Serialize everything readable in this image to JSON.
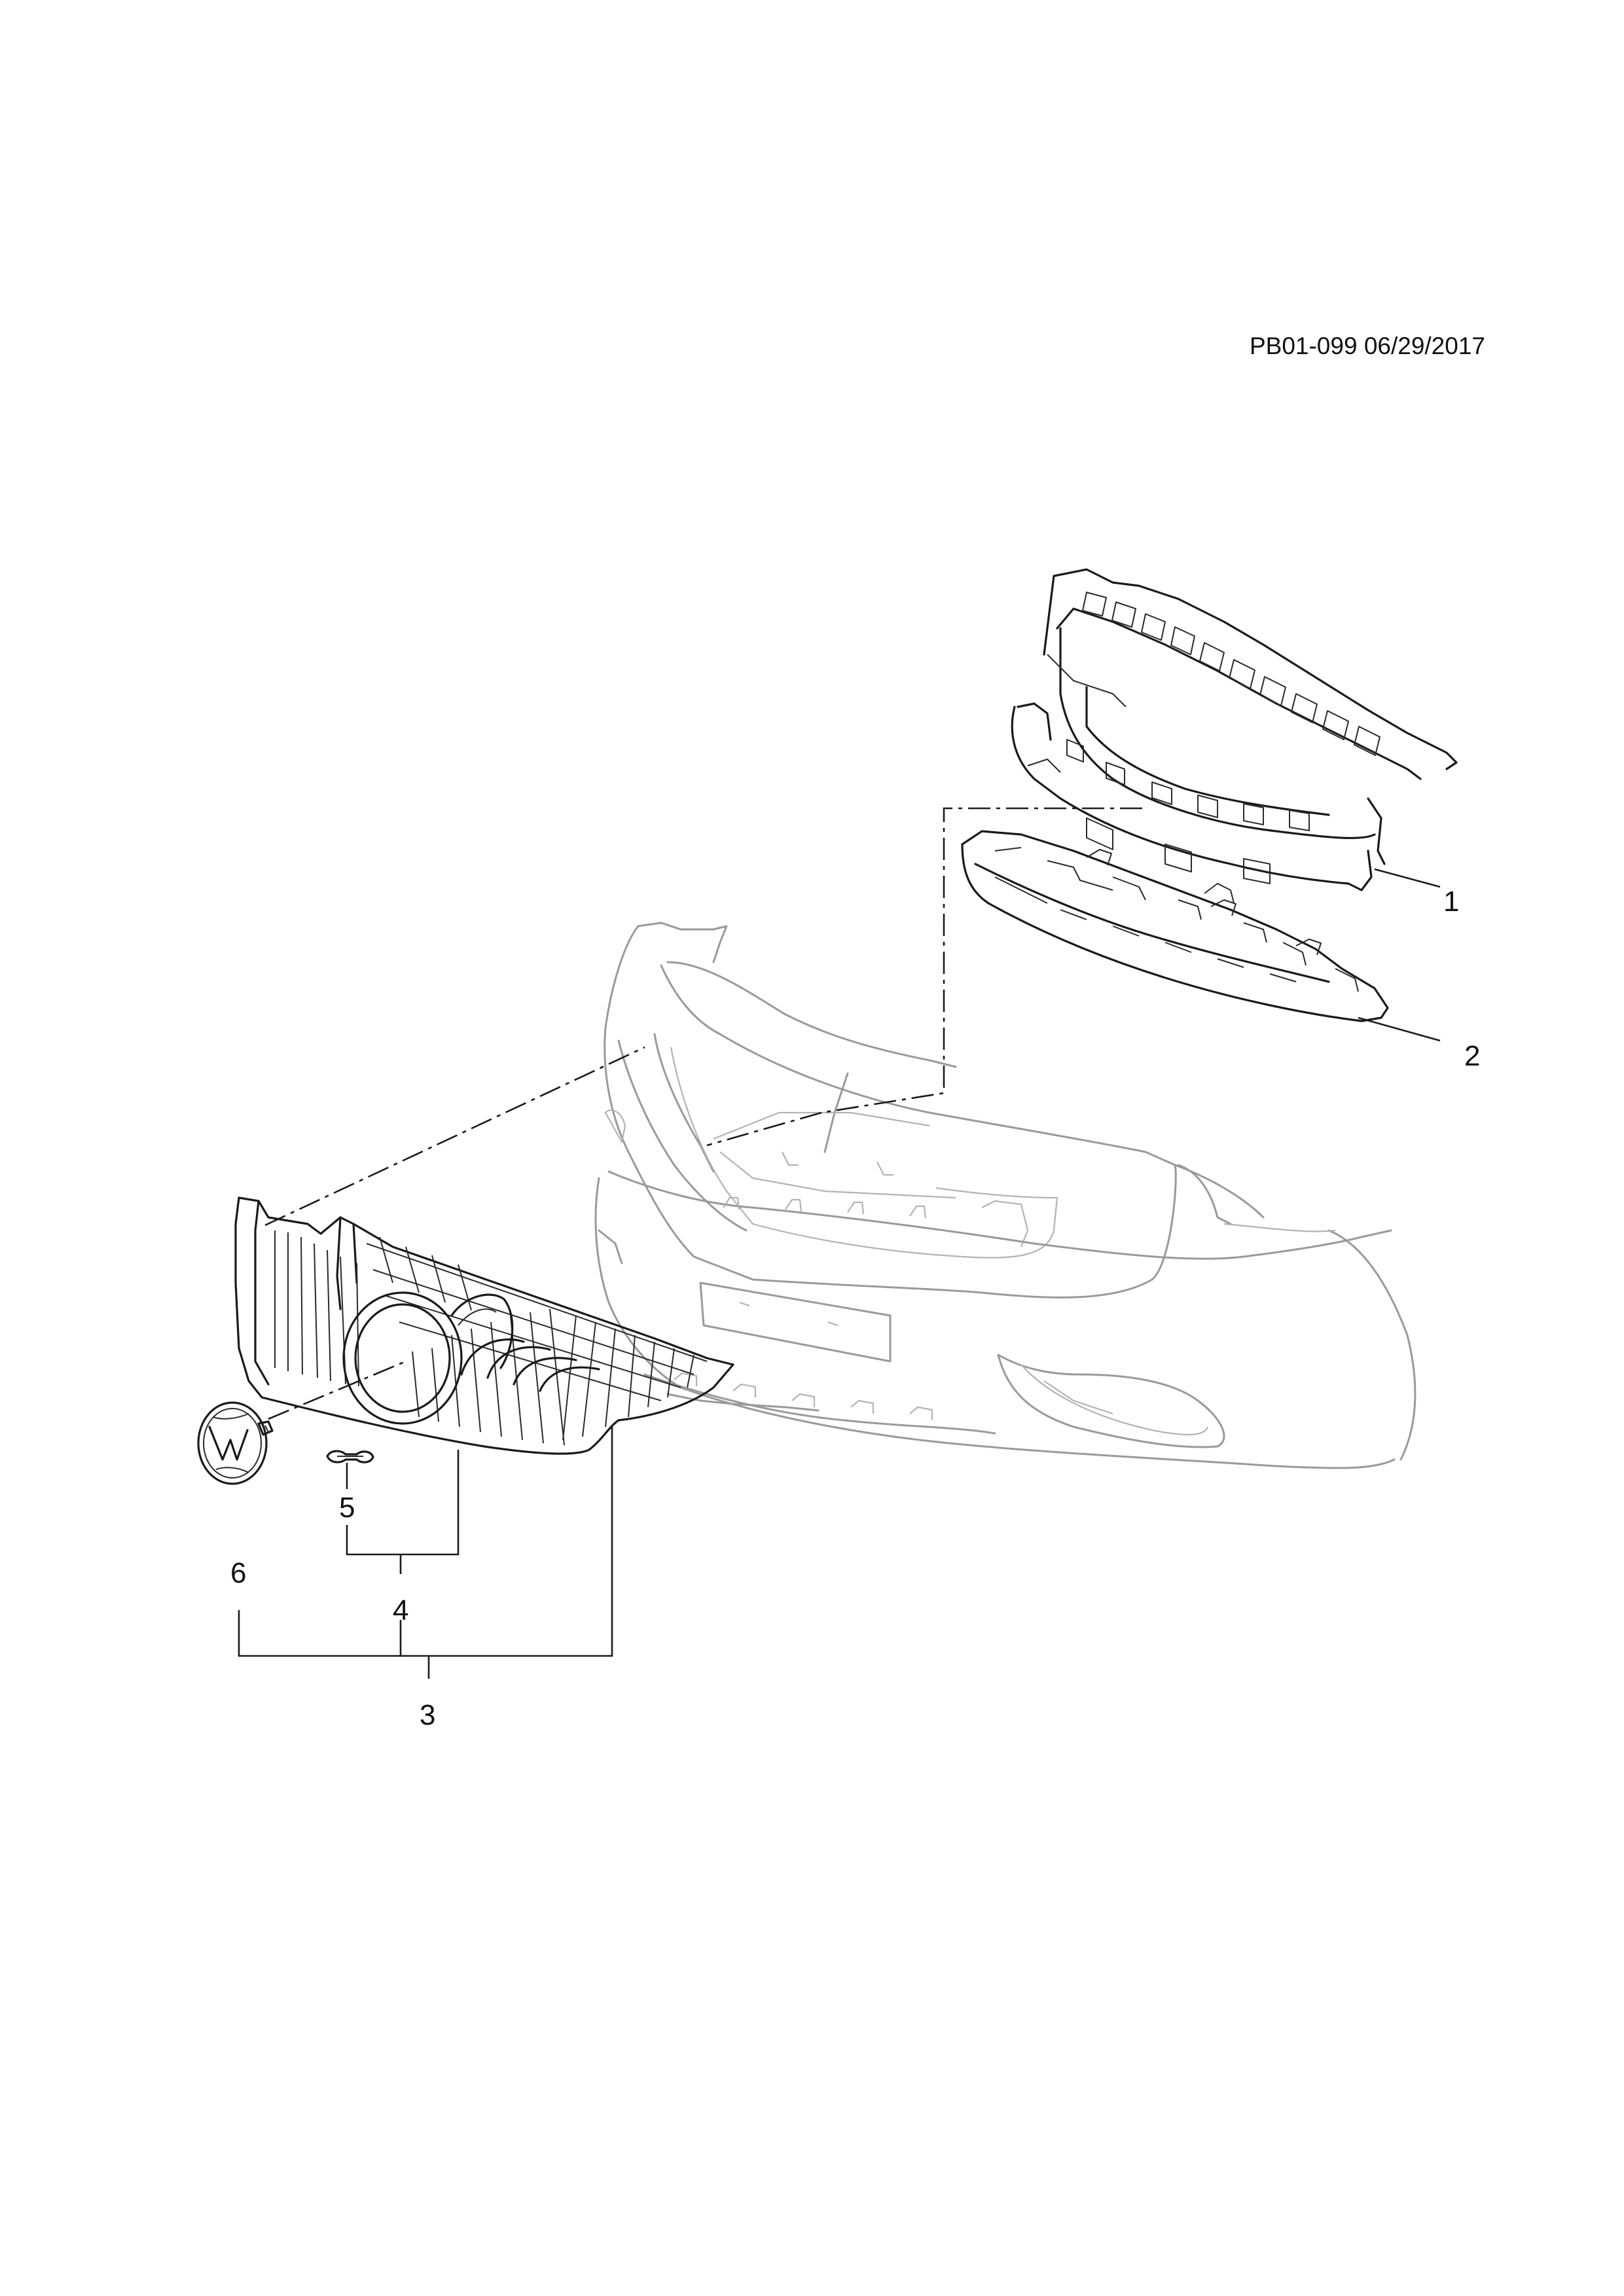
{
  "document_code": "PB01-099 06/29/2017",
  "callouts": {
    "c1": "1",
    "c2": "2",
    "c3": "3",
    "c4": "4",
    "c5": "5",
    "c6": "6"
  },
  "colors": {
    "line": "#1a1a1a",
    "ghost_line": "#9a9a9a",
    "background": "#ffffff"
  }
}
